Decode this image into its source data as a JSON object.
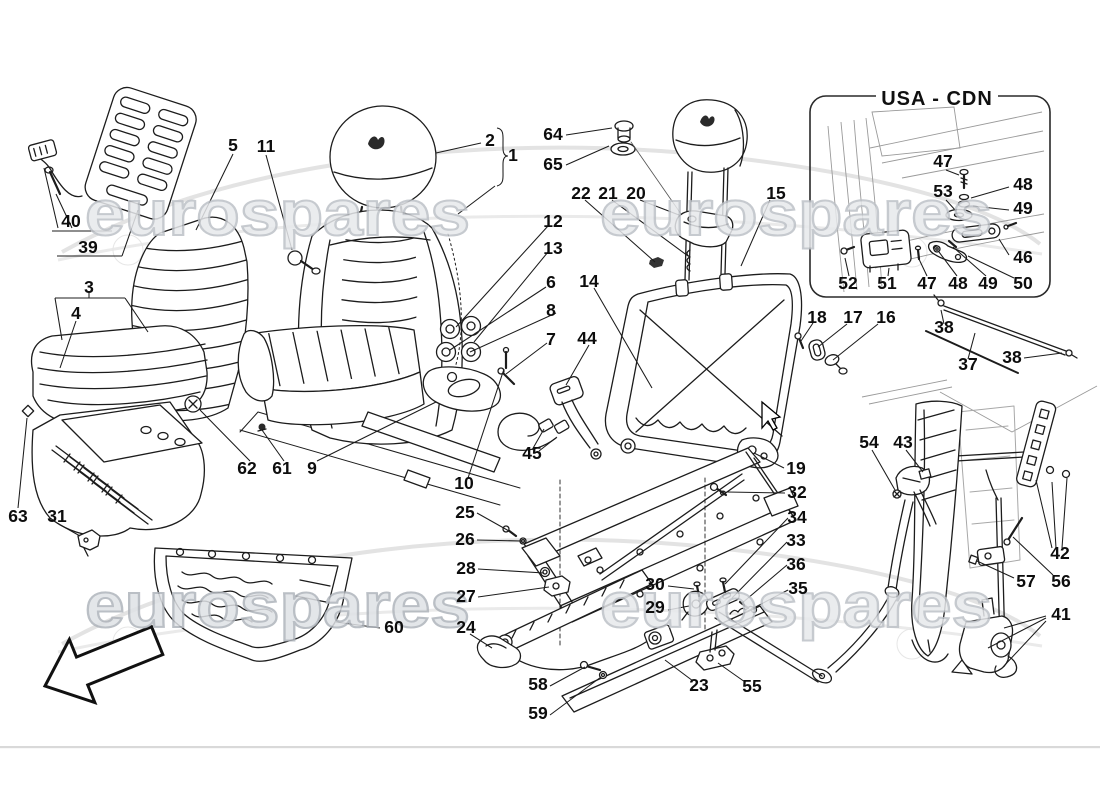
{
  "page": {
    "type": "parts-diagram",
    "subject": "Seat and safety belt exploded parts drawing"
  },
  "colors": {
    "background": "#ffffff",
    "line_art": "#1c1c1c",
    "watermark": "#bdc1c7",
    "divider": "#d9d9d9"
  },
  "watermark": {
    "text": "eurospares"
  },
  "usa_cdn_box": {
    "title": "USA - CDN"
  },
  "cursor": {
    "type": "arrow-pointer"
  },
  "callouts": {
    "c1": "1",
    "c2": "2",
    "c3": "3",
    "c4": "4",
    "c5": "5",
    "c6": "6",
    "c7": "7",
    "c8": "8",
    "c9": "9",
    "c10": "10",
    "c11": "11",
    "c12": "12",
    "c13": "13",
    "c14": "14",
    "c15": "15",
    "c16": "16",
    "c17": "17",
    "c18": "18",
    "c19": "19",
    "c20": "20",
    "c21": "21",
    "c22": "22",
    "c23": "23",
    "c24": "24",
    "c25": "25",
    "c26": "26",
    "c27": "27",
    "c28": "28",
    "c29": "29",
    "c30": "30",
    "c31": "31",
    "c32": "32",
    "c33": "33",
    "c34": "34",
    "c35": "35",
    "c36": "36",
    "c37": "37",
    "c38": "38",
    "c38b": "38",
    "c39": "39",
    "c40": "40",
    "c41": "41",
    "c42": "42",
    "c43": "43",
    "c44": "44",
    "c45": "45",
    "c46": "46",
    "c47": "47",
    "c47b": "47",
    "c48": "48",
    "c48b": "48",
    "c49": "49",
    "c49b": "49",
    "c50": "50",
    "c51": "51",
    "c52": "52",
    "c53": "53",
    "c54": "54",
    "c55": "55",
    "c56": "56",
    "c57": "57",
    "c58": "58",
    "c59": "59",
    "c60": "60",
    "c61": "61",
    "c62": "62",
    "c63": "63",
    "c64": "64",
    "c65": "65"
  }
}
